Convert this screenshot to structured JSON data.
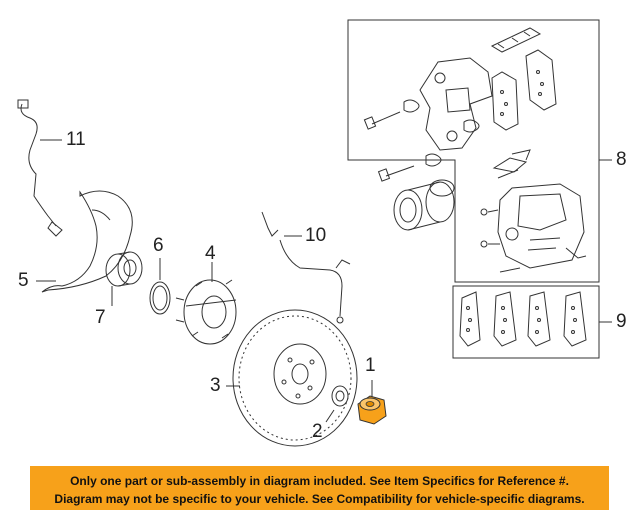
{
  "callouts": {
    "n1": "1",
    "n2": "2",
    "n3": "3",
    "n4": "4",
    "n5": "5",
    "n6": "6",
    "n7": "7",
    "n8": "8",
    "n9": "9",
    "n10": "10",
    "n11": "11"
  },
  "notice": {
    "line1": "Only one part or sub-assembly in diagram included. See Item Specifics for Reference #.",
    "line2": "Diagram may not be specific to your vehicle. See Compatibility for vehicle-specific diagrams."
  },
  "colors": {
    "highlight_part": "#f7a11a",
    "notice_bg": "#f7a11a",
    "line": "#333333"
  }
}
